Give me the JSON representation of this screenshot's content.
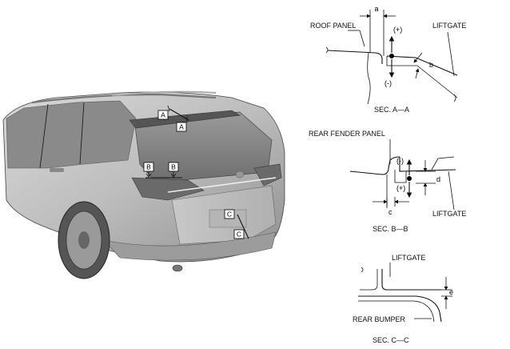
{
  "car_view": {
    "tags": {
      "a_top": "A",
      "a_bottom": "A",
      "b_left": "B",
      "b_right": "B",
      "c_top": "C",
      "c_bottom": "C"
    }
  },
  "section_a": {
    "roof_panel": "ROOF PANEL",
    "liftgate": "LIFTGATE",
    "dim_a": "a",
    "dim_b": "b",
    "plus": "(+)",
    "minus": "(-)",
    "caption": "SEC. A—A"
  },
  "section_b": {
    "rear_fender_panel": "REAR FENDER PANEL",
    "liftgate": "LIFTGATE",
    "dim_c": "c",
    "dim_d": "d",
    "plus": "(+)",
    "minus": "(-)",
    "caption": "SEC. B—B"
  },
  "section_c": {
    "liftgate": "LIFTGATE",
    "rear_bumper": "REAR BUMPER",
    "dim_e": "e",
    "caption": "SEC. C—C"
  }
}
